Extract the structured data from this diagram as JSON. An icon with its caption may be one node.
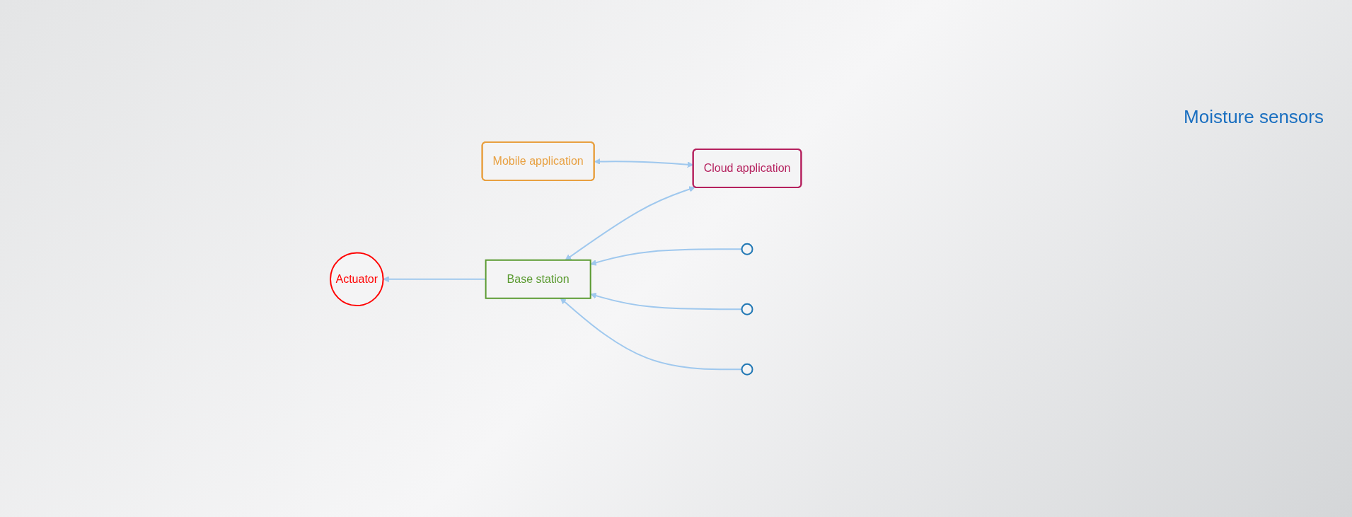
{
  "diagram": {
    "nodes": [
      {
        "text": [
          "Mobile application"
        ]
      },
      {
        "text": [
          "Cloud application"
        ]
      },
      {
        "text": [
          "Base station"
        ]
      },
      {
        "text": [],
        "shape": "circle"
      },
      {
        "text": [],
        "shape": "circle"
      },
      {
        "text": [],
        "shape": "circle"
      },
      {
        "text": [
          "Actuator"
        ]
      }
    ],
    "edges": [
      {
        "from": 1,
        "to": 0,
        "arrow": "both"
      },
      {
        "from": 1,
        "to": 2,
        "arrow": "both"
      },
      {
        "from": 3,
        "to": 2,
        "arrow": "to"
      },
      {
        "from": 4,
        "to": 2,
        "arrow": "to"
      },
      {
        "from": 5,
        "to": 2,
        "arrow": "to"
      },
      {
        "from": 2,
        "to": 6,
        "arrow": "to"
      }
    ],
    "labels": [
      "Moisture sensors"
    ]
  }
}
